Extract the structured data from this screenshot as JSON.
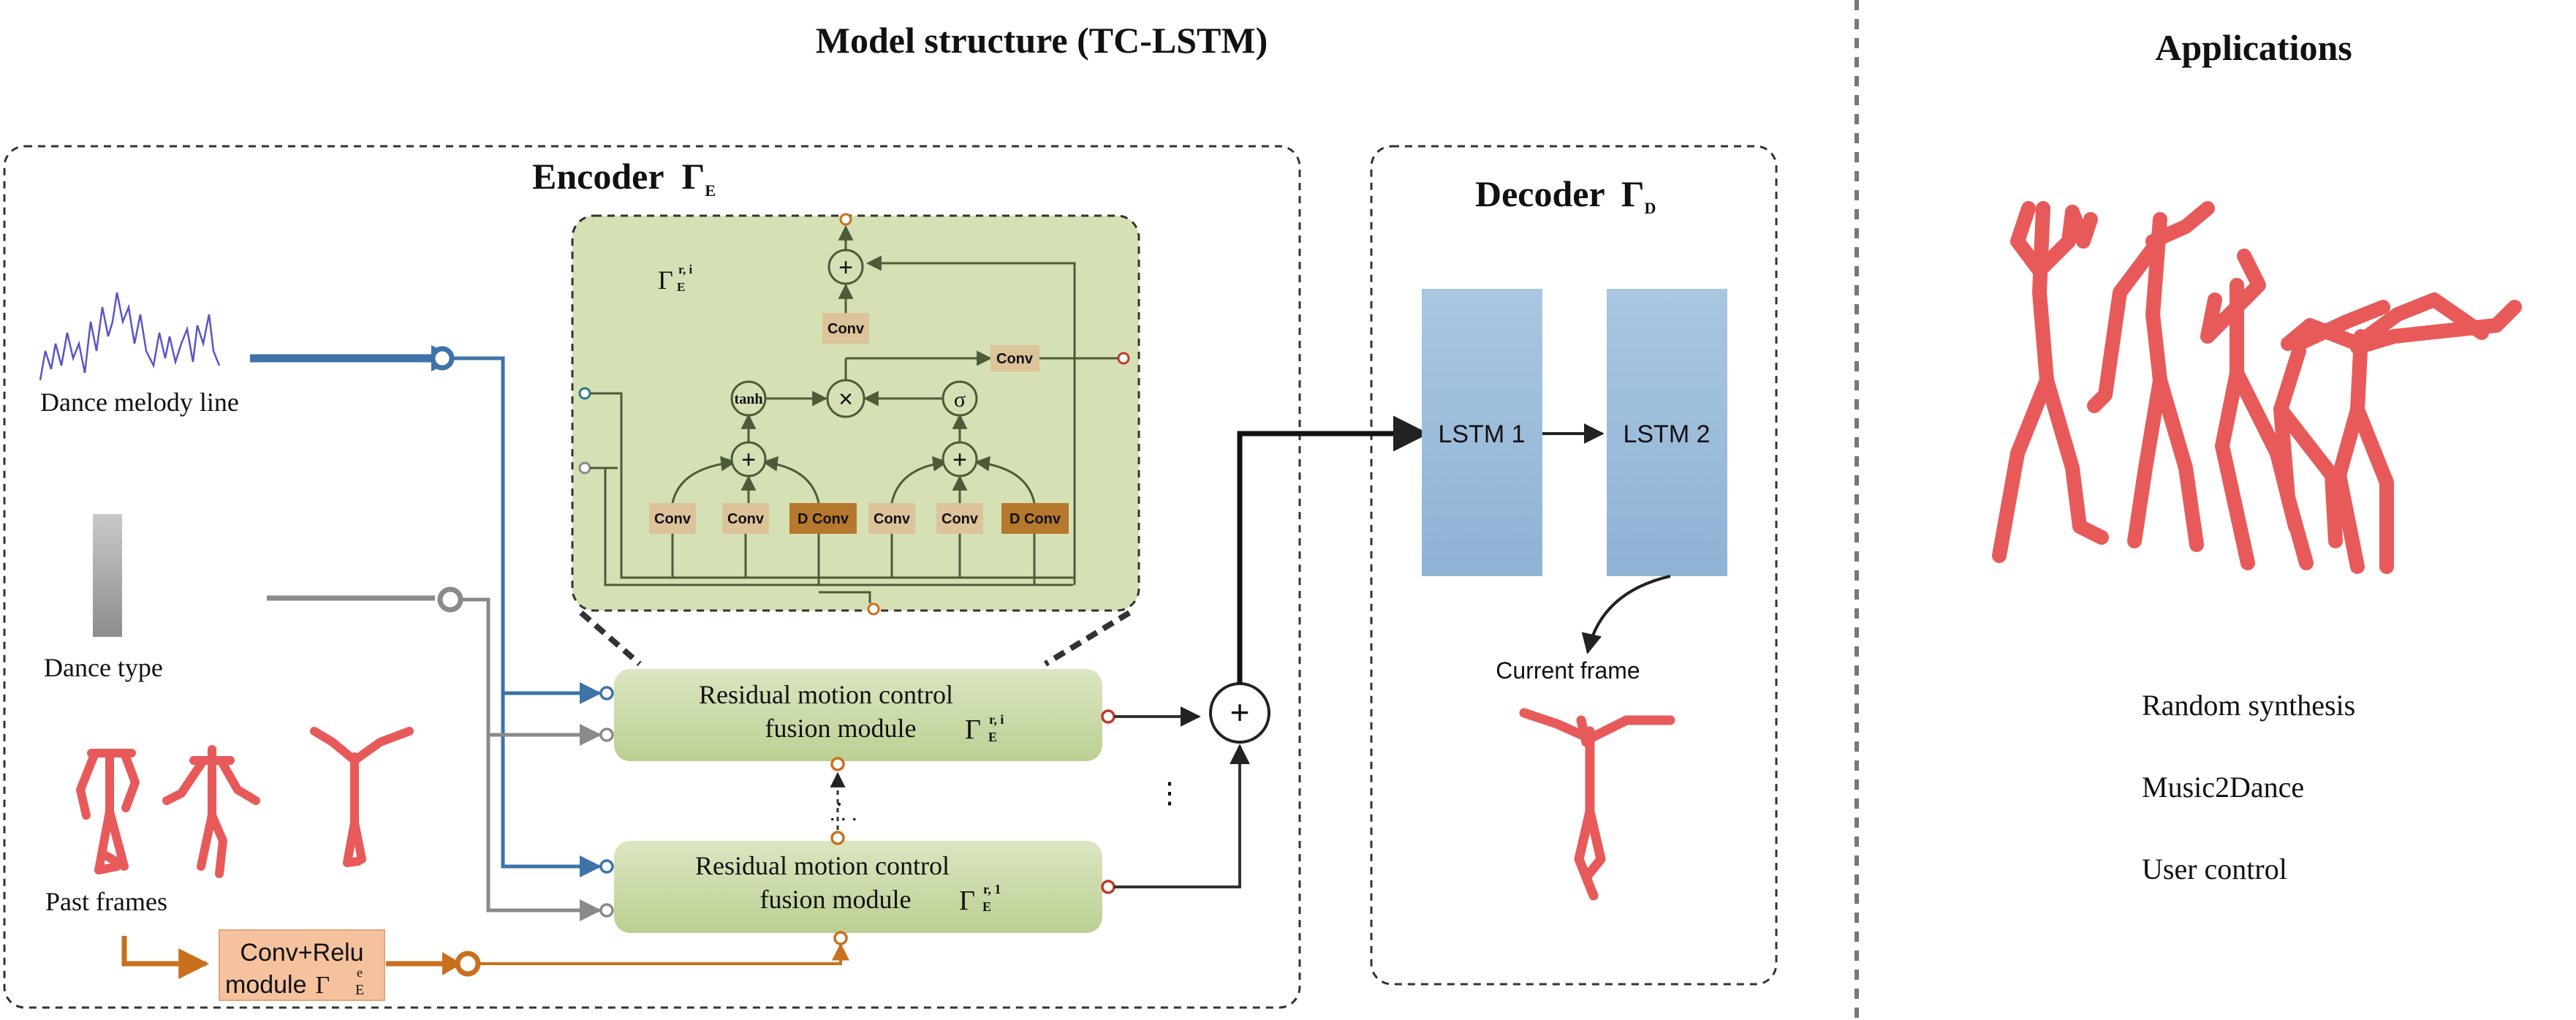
{
  "title": "Model structure (TC-LSTM)",
  "applications": {
    "title": "Applications",
    "items": [
      "Random synthesis",
      "Music2Dance",
      "User control"
    ]
  },
  "encoder": {
    "title": "Encoder",
    "symbol": "Γ",
    "symbol_sub": "E",
    "inputs": {
      "melody": "Dance melody line",
      "dance_type": "Dance type",
      "past_frames": "Past frames"
    },
    "conv_relu": {
      "line1": "Conv+Relu",
      "line2": "module",
      "symbol": "Γ",
      "sup": "e",
      "sub": "E"
    },
    "module_i": {
      "line1": "Residual motion control",
      "line2": "fusion module",
      "symbol": "Γ",
      "sup": "r, i",
      "sub": "E"
    },
    "module_1": {
      "line1": "Residual motion control",
      "line2": "fusion module",
      "symbol": "Γ",
      "sup": "r, 1",
      "sub": "E"
    },
    "vertical_dots": "⋮",
    "detail": {
      "symbol": "Γ",
      "sup": "r, i",
      "sub": "E",
      "conv": "Conv",
      "dconv": "D Conv",
      "tanh": "tanh",
      "sigma": "σ",
      "plus": "+",
      "times": "×"
    }
  },
  "decoder": {
    "title": "Decoder",
    "symbol": "Γ",
    "symbol_sub": "D",
    "lstm1": "LSTM 1",
    "lstm2": "LSTM 2",
    "current_frame": "Current frame"
  },
  "sum_symbol": "+",
  "colors": {
    "blue_flow": "#3d73a8",
    "gray_flow": "#8a8a8a",
    "orange_flow": "#c8701e",
    "module_fill": "#cfdcae",
    "detail_fill": "#d5e1b4",
    "lstm_fill": "#a4c1dc",
    "skeleton": "#e85a5a",
    "conv_light": "#dcc39a",
    "conv_dark": "#b5782c"
  }
}
